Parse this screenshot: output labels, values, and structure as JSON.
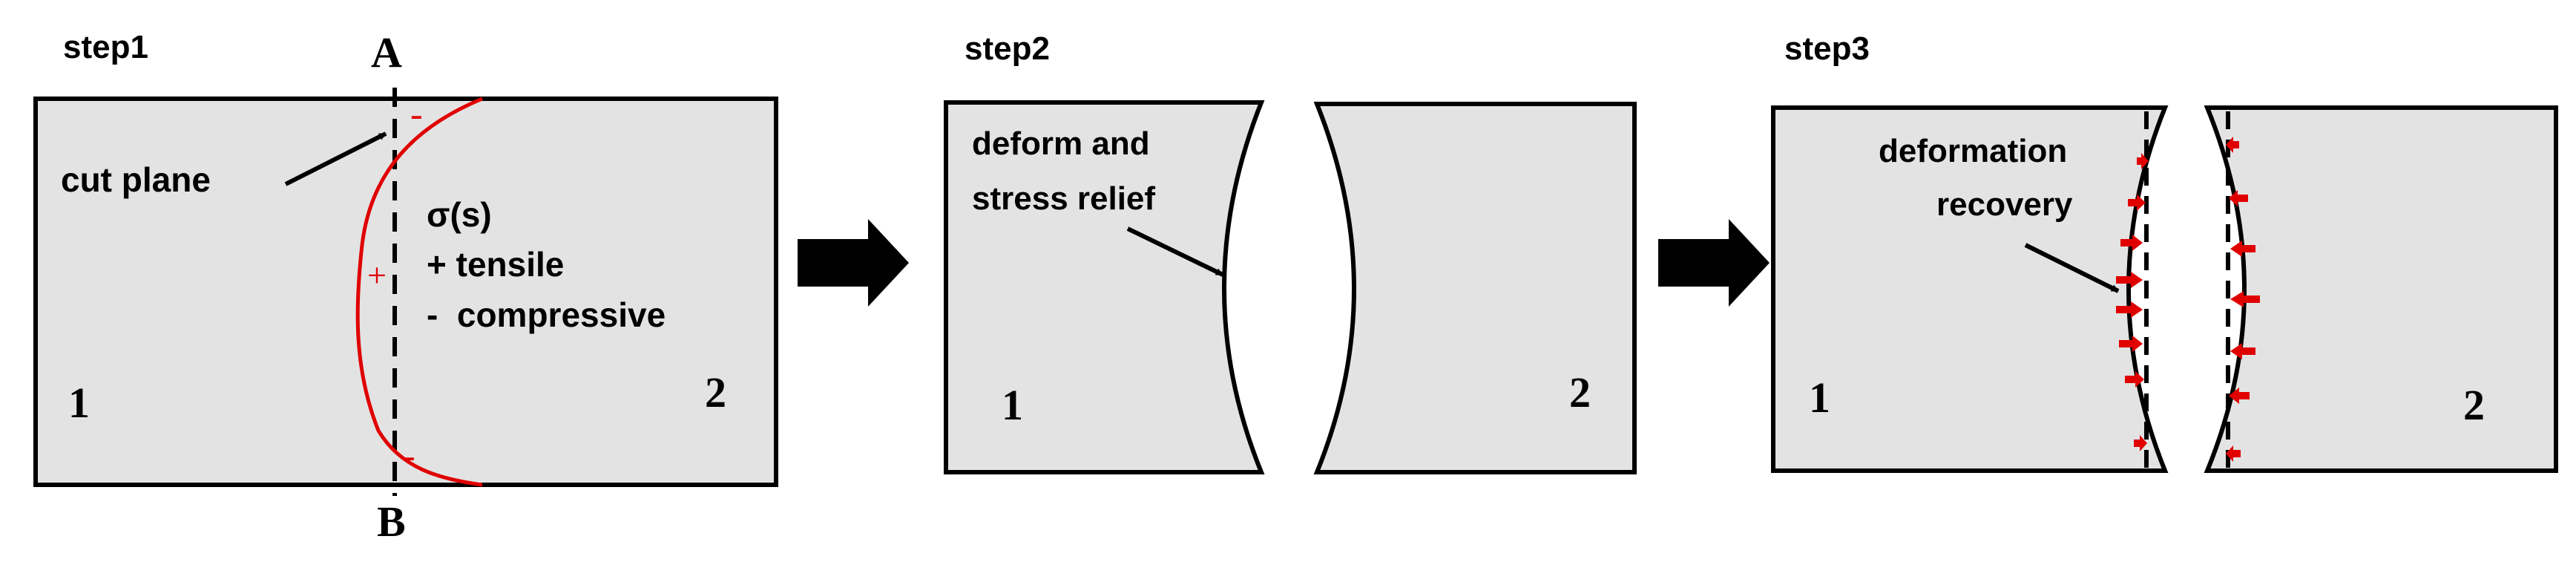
{
  "steps": {
    "step1": {
      "title": "step1",
      "label_a": "A",
      "label_b": "B",
      "cut_plane_label": "cut plane",
      "sigma_label": "σ(s)",
      "tensile_label": "+ tensile",
      "compressive_label": "-  compressive",
      "plus_mark": "+",
      "minus_mark_top": "-",
      "minus_mark_bottom": "-",
      "part1": "1",
      "part2": "2"
    },
    "step2": {
      "title": "step2",
      "annotation_line1": "deform and",
      "annotation_line2": "stress relief",
      "part1": "1",
      "part2": "2"
    },
    "step3": {
      "title": "step3",
      "annotation_line1": "deformation",
      "annotation_line2": "recovery",
      "part1": "1",
      "part2": "2"
    }
  },
  "colors": {
    "block_fill": "#e3e3e3",
    "outline": "#000000",
    "stress_curve": "#e00000",
    "recovery_arrows": "#e00000"
  },
  "icons": [
    "process-arrow-icon",
    "process-arrow-icon"
  ]
}
